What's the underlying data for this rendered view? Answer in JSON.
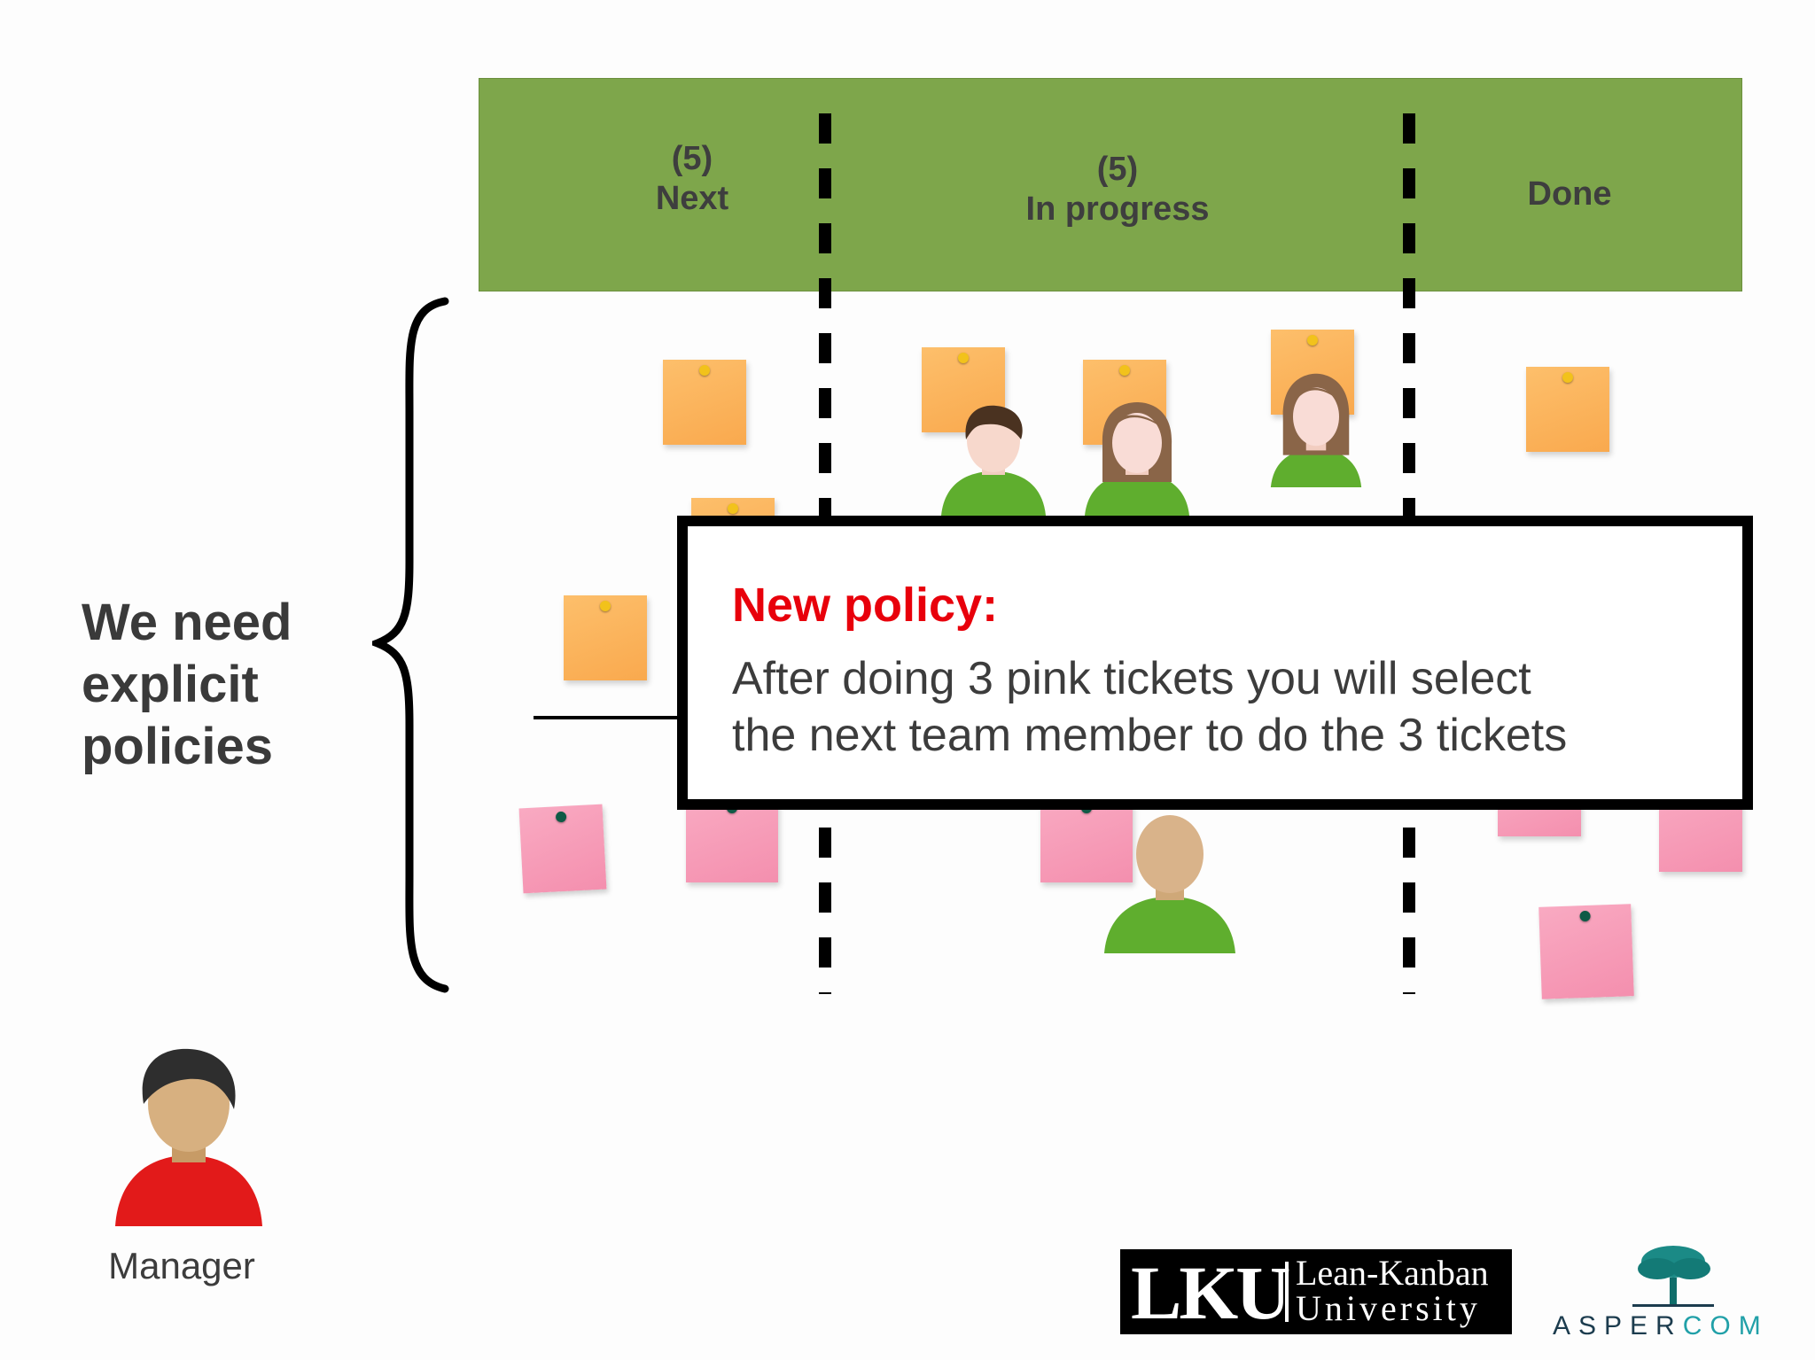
{
  "board": {
    "columns": [
      {
        "limit": "(5)",
        "name": "Next"
      },
      {
        "limit": "(5)",
        "name": "In progress"
      },
      {
        "limit": "",
        "name": "Done"
      }
    ]
  },
  "side_text": {
    "line1": "We need",
    "line2": "explicit",
    "line3": "policies"
  },
  "policy": {
    "title": "New policy:",
    "body_line1": "After doing 3 pink tickets you will select",
    "body_line2": "the next team member to do the 3 tickets"
  },
  "manager": {
    "label": "Manager"
  },
  "logos": {
    "lku_letters": "LKU",
    "lku_name_line1": "Lean-Kanban",
    "lku_name_line2": "University",
    "aspercom_prefix": "ASPER",
    "aspercom_suffix": "COM"
  },
  "colors": {
    "header_green": "#7ea64b",
    "policy_title_red": "#e8000b",
    "sticky_orange": "#f9a94e",
    "sticky_pink": "#f48fae",
    "manager_shirt": "#e21a1a",
    "team_shirt": "#5fae2e"
  }
}
